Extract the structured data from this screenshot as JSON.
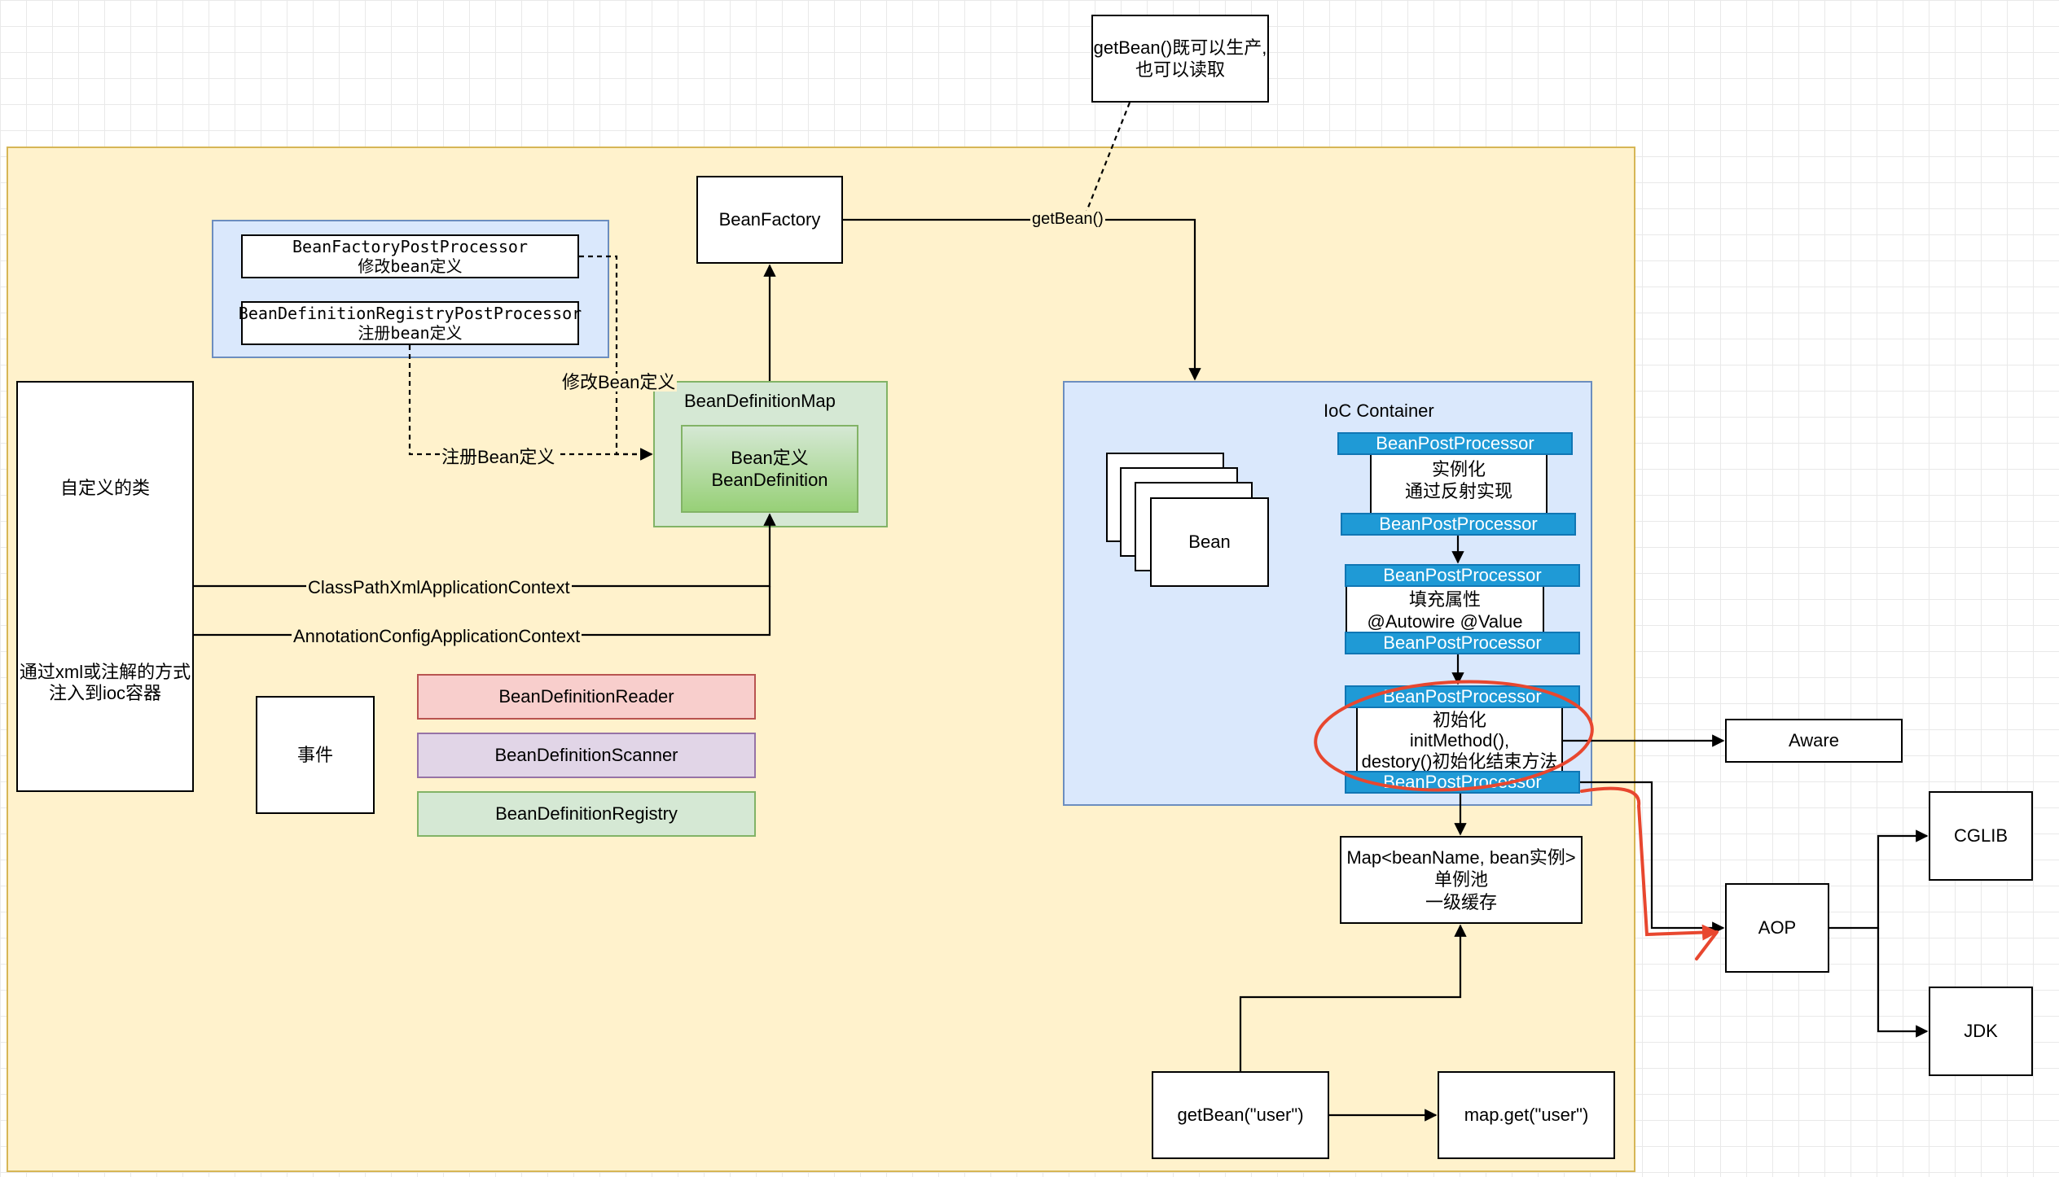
{
  "note": {
    "line1": "getBean()既可以生产,",
    "line2": "也可以读取"
  },
  "bean_factory": "BeanFactory",
  "processor_group": {
    "bfpp": {
      "line1": "BeanFactoryPostProcessor",
      "line2": "修改bean定义"
    },
    "bdrpp": {
      "line1": "BeanDefinitionRegistryPostProcessor",
      "line2": "注册bean定义"
    }
  },
  "bean_definition_map": {
    "title": "BeanDefinitionMap",
    "inner": {
      "line1": "Bean定义",
      "line2": "BeanDefinition"
    }
  },
  "custom_class": {
    "line1": "自定义的类",
    "line2": "通过xml或注解的方式",
    "line3": "注入到ioc容器"
  },
  "edge_labels": {
    "modify_bean_def": "修改Bean定义",
    "register_bean_def": "注册Bean定义",
    "classpath_ctx": "ClassPathXmlApplicationContext",
    "annotation_ctx": "AnnotationConfigApplicationContext",
    "get_bean": "getBean()"
  },
  "event": "事件",
  "reader": "BeanDefinitionReader",
  "scanner": "BeanDefinitionScanner",
  "registry": "BeanDefinitionRegistry",
  "ioc": {
    "title": "IoC Container",
    "bean": "Bean",
    "bpp_label": "BeanPostProcessor",
    "step1": {
      "line1": "实例化",
      "line2": "通过反射实现"
    },
    "step2": {
      "line1": "填充属性",
      "line2": "@Autowire @Value"
    },
    "step3": {
      "line1": "初始化",
      "line2": "initMethod(),",
      "line3": "destory()初始化结束方法"
    }
  },
  "map_cache": {
    "line1": "Map<beanName, bean实例>",
    "line2": "单例池",
    "line3": "一级缓存"
  },
  "get_bean_user": "getBean(\"user\")",
  "map_get_user": "map.get(\"user\")",
  "aware": "Aware",
  "aop": "AOP",
  "cglib": "CGLIB",
  "jdk": "JDK",
  "colors": {
    "container_fill": "#fff2cc",
    "container_border": "#d6b656",
    "blue_fill": "#dae8fc",
    "blue_border": "#6c8ebf",
    "green_fill": "#d5e8d4",
    "green_border": "#82b366",
    "red_fill": "#f8cecc",
    "red_border": "#b85450",
    "purple_fill": "#e1d5e7",
    "purple_border": "#9673a6",
    "bpp_fill": "#1f9ad6",
    "highlight": "#e8472f"
  }
}
